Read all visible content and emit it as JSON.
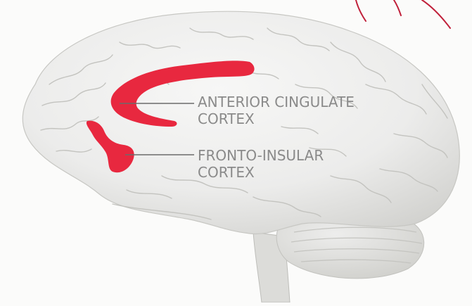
{
  "diagram": {
    "labels": [
      {
        "id": "anterior-cingulate",
        "lines": [
          "ANTERIOR CINGULATE",
          "CORTEX"
        ]
      },
      {
        "id": "fronto-insular",
        "lines": [
          "FRONTO-INSULAR",
          "CORTEX"
        ]
      }
    ],
    "colors": {
      "highlight": "#e8283f",
      "brain": "#ececeb",
      "brain_shadow": "#c9c9c6",
      "sulci": "#bdbdb9",
      "leader_line": "#6b6b6b",
      "label_text": "#8a8a8a",
      "corner_sketch": "#c0203a",
      "background": "#fbfbfa"
    }
  }
}
